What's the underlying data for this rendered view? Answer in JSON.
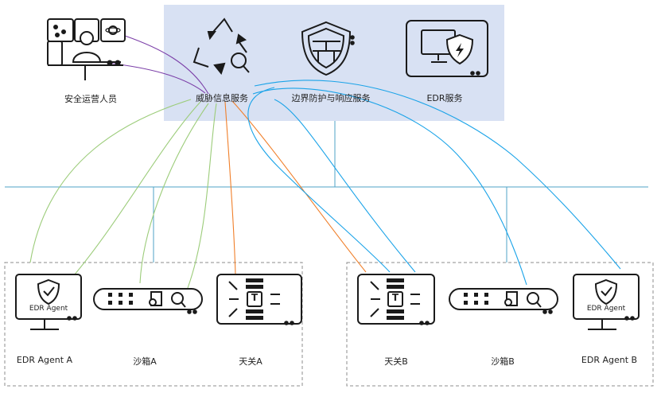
{
  "operator": {
    "label": "安全运营人员"
  },
  "services": [
    {
      "id": "threat_intel",
      "label": "威胁信息服务"
    },
    {
      "id": "border_defense",
      "label": "边界防护与响应服务"
    },
    {
      "id": "edr_service",
      "label": "EDR服务"
    }
  ],
  "site_a": {
    "devices": [
      {
        "id": "edr_agent_a",
        "label": "EDR Agent A",
        "badge": "EDR Agent"
      },
      {
        "id": "sandbox_a",
        "label": "沙箱A"
      },
      {
        "id": "gateway_a",
        "label": "天关A",
        "glyph": "T"
      }
    ]
  },
  "site_b": {
    "devices": [
      {
        "id": "gateway_b",
        "label": "天关B",
        "glyph": "T"
      },
      {
        "id": "sandbox_b",
        "label": "沙箱B"
      },
      {
        "id": "edr_agent_b",
        "label": "EDR Agent B",
        "badge": "EDR Agent"
      }
    ]
  },
  "colors": {
    "service_panel": "#d8e1f3",
    "network_line": "#4fa3c7",
    "operator_link": "#7b3fa8",
    "edr_link": "#9ccc7a",
    "gateway_a_link": "#f07f2a",
    "gateway_b_link": "#1aa3e8",
    "icon_stroke": "#1a1a1a",
    "dashed_border": "#8c8c8c"
  }
}
